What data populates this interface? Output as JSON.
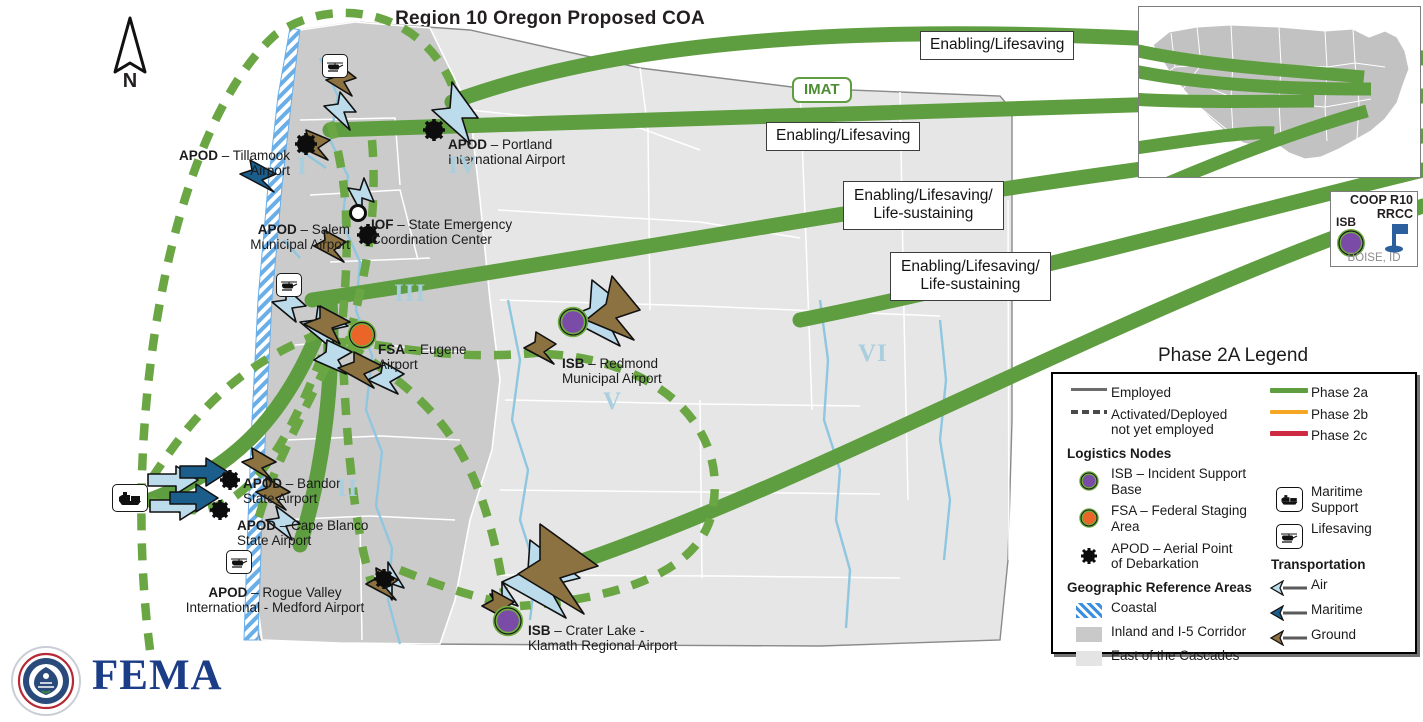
{
  "header": {
    "title": "Region 10 Oregon Proposed COA"
  },
  "compass": {
    "label": "N",
    "name": "north-arrow"
  },
  "callouts": [
    {
      "id": "c1",
      "text": "Enabling/Lifesaving"
    },
    {
      "id": "c2",
      "text": "Enabling/Lifesaving"
    },
    {
      "id": "c3",
      "text": "Enabling/Lifesaving/\nLife-sustaining"
    },
    {
      "id": "c4",
      "text": "Enabling/Lifesaving/\nLife-sustaining"
    }
  ],
  "imat": {
    "label": "IMAT",
    "color": "#5f9e40"
  },
  "map_labels": [
    {
      "id": "tillamook",
      "type": "APOD",
      "tag": "APOD",
      "dash": " – ",
      "text": "Tillamook\nAirport"
    },
    {
      "id": "portland",
      "type": "APOD",
      "tag": "APOD",
      "dash": " – ",
      "text": "Portland\nInternational Airport"
    },
    {
      "id": "salem",
      "type": "APOD",
      "tag": "APOD",
      "dash": " – ",
      "text": "Salem\nMunicipal Airport"
    },
    {
      "id": "iof",
      "type": "IOF",
      "tag": "IOF",
      "dash": " – ",
      "text": "State Emergency\nCoordination Center"
    },
    {
      "id": "eugene",
      "type": "FSA",
      "tag": "FSA",
      "dash": " – ",
      "text": "Eugene\nAirport"
    },
    {
      "id": "redmond",
      "type": "ISB",
      "tag": "ISB",
      "dash": " – ",
      "text": "Redmond\nMunicipal Airport"
    },
    {
      "id": "bandon",
      "type": "APOD",
      "tag": "APOD",
      "dash": " – ",
      "text": "Bandon\nState Airport"
    },
    {
      "id": "capeblanco",
      "type": "APOD",
      "tag": "APOD",
      "dash": " – ",
      "text": "Cape Blanco\nState Airport"
    },
    {
      "id": "medford",
      "type": "APOD",
      "tag": "APOD",
      "dash": " – ",
      "text": "Rogue Valley\nInternational - Medford Airport"
    },
    {
      "id": "klamath",
      "type": "ISB",
      "tag": "ISB",
      "dash": " – ",
      "text": "Crater Lake -\nKlamath Regional Airport"
    }
  ],
  "regions": [
    {
      "id": "r1",
      "numeral": "I"
    },
    {
      "id": "r2",
      "numeral": "II"
    },
    {
      "id": "r3",
      "numeral": "III"
    },
    {
      "id": "r4",
      "numeral": "IV"
    },
    {
      "id": "r5",
      "numeral": "V"
    },
    {
      "id": "r6",
      "numeral": "VI"
    }
  ],
  "coop": {
    "title": "COOP R10\nRRCC",
    "node_label": "ISB",
    "city": "BOISE, ID"
  },
  "legend": {
    "title": "Phase 2A Legend",
    "status": [
      {
        "key": "solid-line",
        "label": "Employed"
      },
      {
        "key": "dashed-line",
        "label": "Activated/Deployed\nnot yet employed"
      }
    ],
    "nodes_heading": "Logistics Nodes",
    "nodes": [
      {
        "key": "isb-marker",
        "label": "ISB – Incident Support Base",
        "color": "#7b4ba8"
      },
      {
        "key": "fsa-marker",
        "label": "FSA – Federal Staging Area",
        "color": "#ec6528"
      },
      {
        "key": "apod-marker",
        "label": "APOD – Aerial Point\n        of Debarkation",
        "color": "#111111"
      }
    ],
    "areas_heading": "Geographic Reference Areas",
    "areas": [
      {
        "key": "coastal-swatch",
        "label": "Coastal",
        "color": "#3b8fe0"
      },
      {
        "key": "inland-swatch",
        "label": "Inland and I-5 Corridor",
        "color": "#c9c9c9"
      },
      {
        "key": "east-swatch",
        "label": "East of the Cascades",
        "color": "#e4e4e4"
      }
    ],
    "phases": [
      {
        "key": "phase-2a",
        "label": "Phase 2a",
        "color": "#5f9e40"
      },
      {
        "key": "phase-2b",
        "label": "Phase 2b",
        "color": "#f5a623"
      },
      {
        "key": "phase-2c",
        "label": "Phase 2c",
        "color": "#ce2b42"
      }
    ],
    "support": [
      {
        "key": "maritime-support-icon",
        "label": "Maritime\nSupport"
      },
      {
        "key": "lifesaving-icon",
        "label": "Lifesaving"
      }
    ],
    "transport_heading": "Transportation",
    "transport": [
      {
        "key": "air-arrow",
        "label": "Air",
        "color": "#bcdcec"
      },
      {
        "key": "maritime-arrow",
        "label": "Maritime",
        "color": "#1b5e8c"
      },
      {
        "key": "ground-arrow",
        "label": "Ground",
        "color": "#8b7240"
      }
    ]
  },
  "brand": {
    "word": "FEMA",
    "seal": "DHS seal",
    "color": "#1b3c86"
  }
}
